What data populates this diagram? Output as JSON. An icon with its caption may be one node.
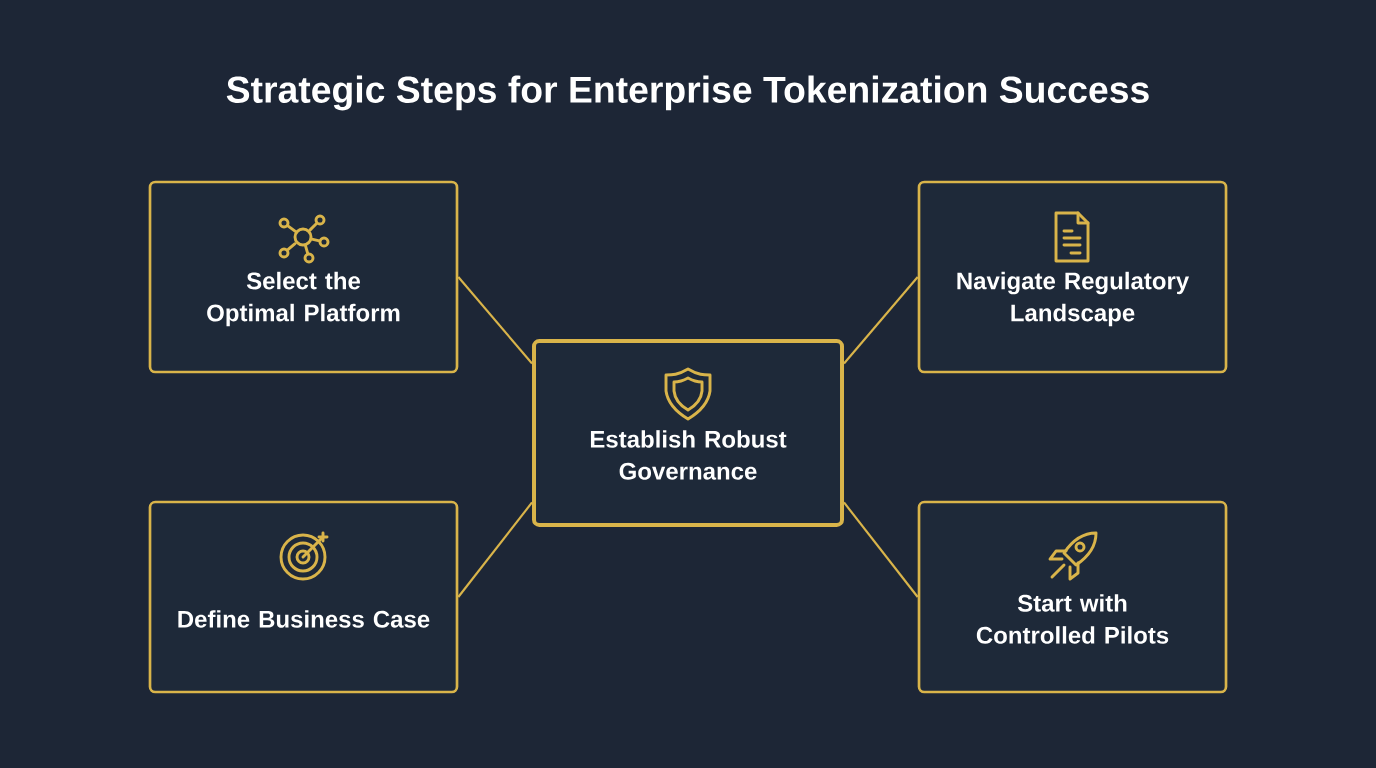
{
  "diagram": {
    "title": "Strategic Steps for Enterprise Tokenization Success",
    "nodes": [
      {
        "text": [
          "Select the Optimal Platform"
        ]
      },
      {
        "text": [
          "Navigate Regulatory Landscape"
        ]
      },
      {
        "text": [
          "Establish Robust Governance"
        ]
      },
      {
        "text": [
          "Define Business Case"
        ]
      },
      {
        "text": [
          "Start with Controlled Pilots"
        ]
      }
    ],
    "edges": [
      {
        "from": 2,
        "to": 0,
        "arrow": "none"
      },
      {
        "from": 2,
        "to": 1,
        "arrow": "none"
      },
      {
        "from": 2,
        "to": 3,
        "arrow": "none"
      },
      {
        "from": 2,
        "to": 4,
        "arrow": "none"
      }
    ]
  }
}
